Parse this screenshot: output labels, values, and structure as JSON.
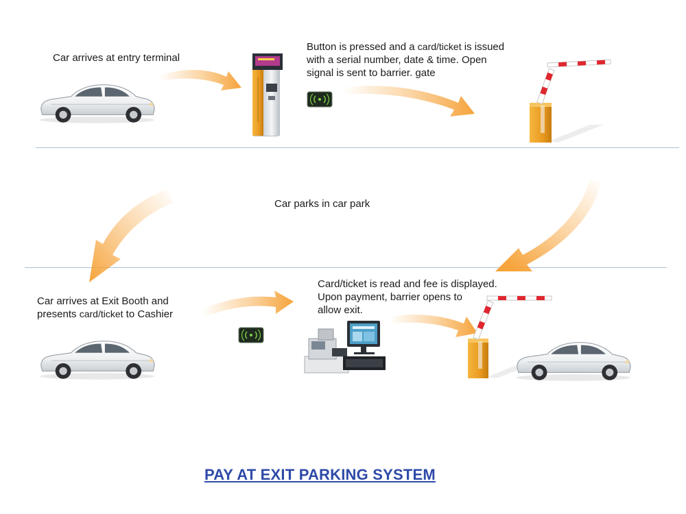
{
  "steps": {
    "entry": "Car arrives at entry terminal",
    "issue": {
      "line1_a": "Button is pressed and a ",
      "line1_b": "card/ticket",
      "line1_c": " is issued",
      "line2": "with a serial number, date & time. Open",
      "line3": "signal  is sent to barrier. gate"
    },
    "parks": "Car parks in car park",
    "exit_booth": {
      "line1": "Car arrives at Exit Booth and",
      "line2_a": "presents ",
      "line2_b": "card/ticket",
      "line2_c": " to Cashier"
    },
    "payment": {
      "line1": "Card/ticket is read and fee is displayed.",
      "line2": "Upon payment, barrier opens to",
      "line3": "allow exit."
    }
  },
  "title": "PAY AT EXIT PARKING SYSTEM",
  "colors": {
    "arrow": "#f6a43c",
    "terminal": "#f0a528",
    "divider": "#a9bfd4",
    "title": "#2e4aa8",
    "barrier_red": "#e0262e"
  },
  "icons": [
    "car-icon",
    "entry-terminal-icon",
    "rfid-card-icon",
    "barrier-gate-icon",
    "cashier-station-icon"
  ]
}
